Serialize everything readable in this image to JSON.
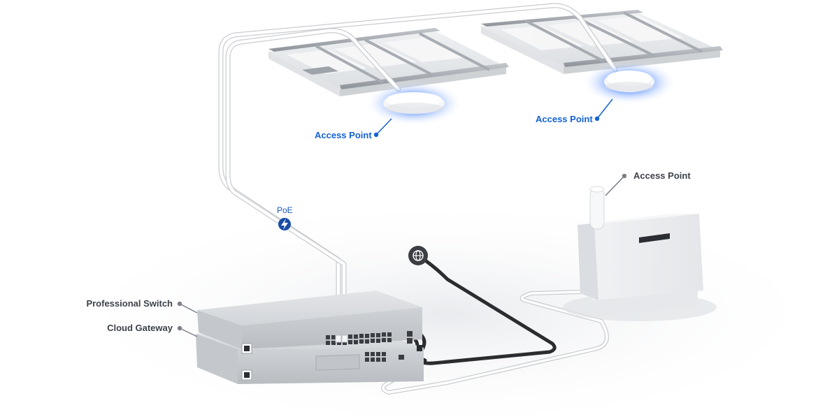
{
  "labels": {
    "access_point_1": "Access Point",
    "access_point_2": "Access Point",
    "access_point_3": "Access Point",
    "professional_switch": "Professional Switch",
    "cloud_gateway": "Cloud Gateway",
    "poe": "PoE"
  },
  "icons": {
    "poe": "lightning-bolt-icon",
    "internet": "globe-icon"
  },
  "colors": {
    "accent_blue": "#1462d4",
    "label_gray": "#3d4249",
    "ap_glow": "#3a7bff",
    "poe_badge": "#1b4ea8"
  }
}
